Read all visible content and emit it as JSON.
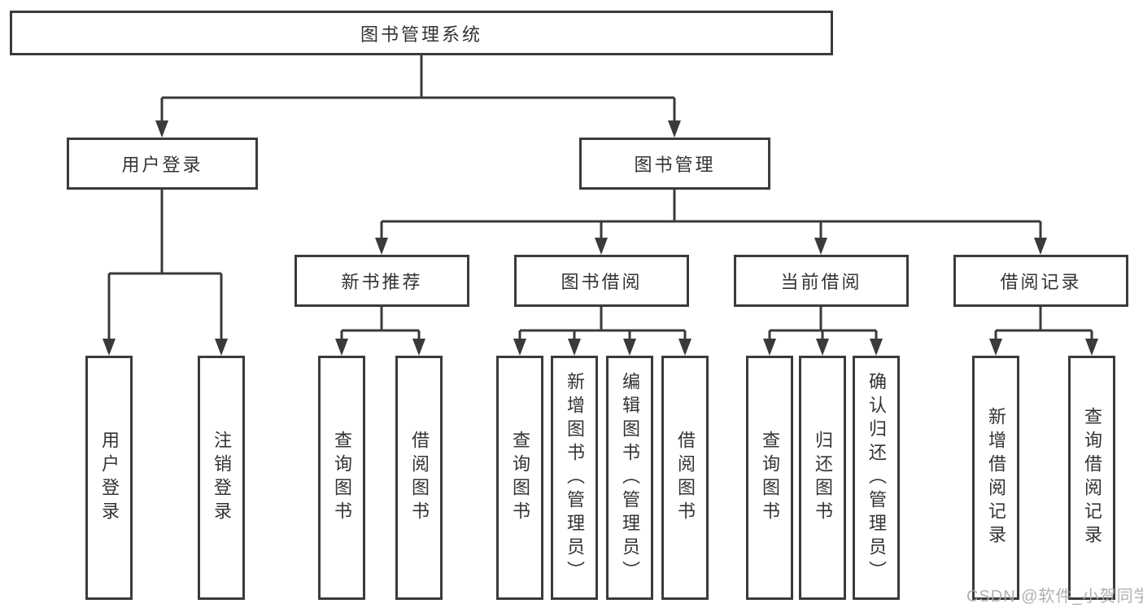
{
  "diagram": {
    "type": "hierarchy-tree",
    "root": {
      "label": "图书管理系统"
    },
    "children": [
      {
        "label": "用户登录",
        "children": [
          {
            "label": "用户登录"
          },
          {
            "label": "注销登录"
          }
        ]
      },
      {
        "label": "图书管理",
        "children": [
          {
            "label": "新书推荐",
            "children": [
              {
                "label": "查询图书"
              },
              {
                "label": "借阅图书"
              }
            ]
          },
          {
            "label": "图书借阅",
            "children": [
              {
                "label": "查询图书"
              },
              {
                "label": "新增图书（管理员）"
              },
              {
                "label": "编辑图书（管理员）"
              },
              {
                "label": "借阅图书"
              }
            ]
          },
          {
            "label": "当前借阅",
            "children": [
              {
                "label": "查询图书"
              },
              {
                "label": "归还图书"
              },
              {
                "label": "确认归还（管理员）"
              }
            ]
          },
          {
            "label": "借阅记录",
            "children": [
              {
                "label": "新增借阅记录"
              },
              {
                "label": "查询借阅记录"
              }
            ]
          }
        ]
      }
    ]
  },
  "watermark": {
    "text": "CSDN @软件_小贺同学"
  },
  "colors": {
    "line": "#3a3a3a",
    "node_border": "#3b3b3b",
    "text": "#333333",
    "watermark": "#a8a8a8",
    "background": "#ffffff"
  }
}
